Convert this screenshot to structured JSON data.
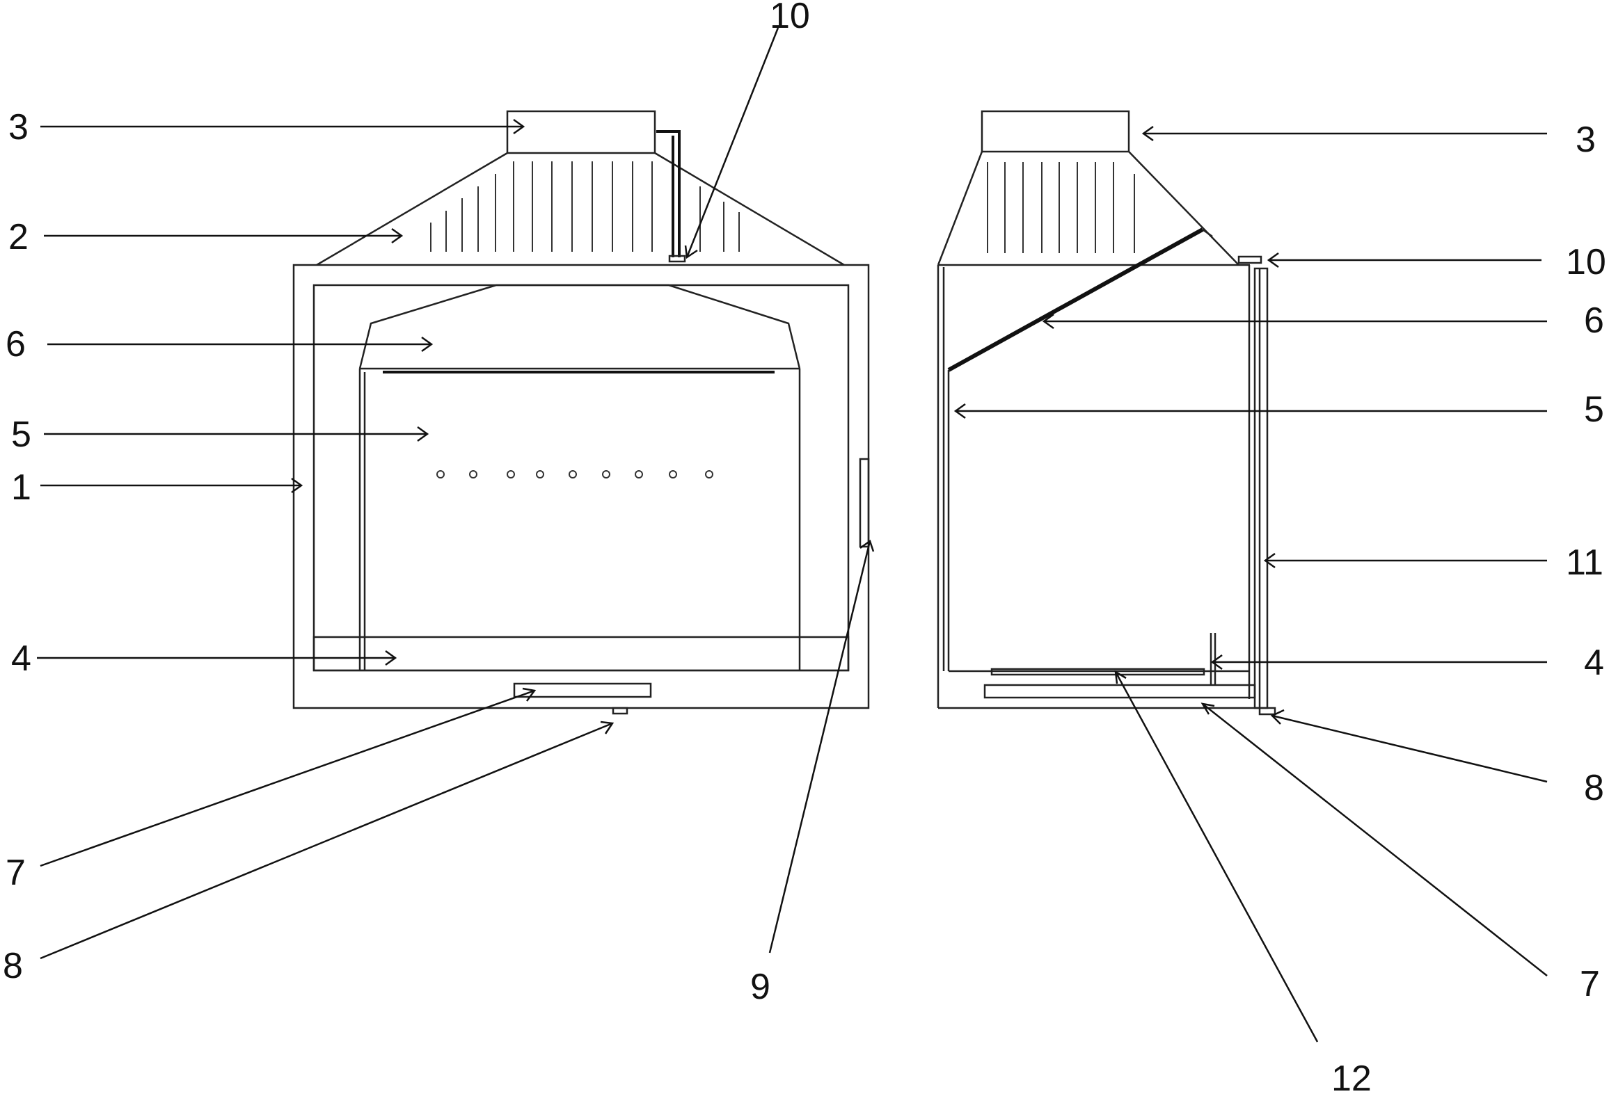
{
  "colors": {
    "line": "#222222",
    "background": "#ffffff"
  },
  "front_view": {
    "labels": [
      "3",
      "2",
      "6",
      "5",
      "1",
      "4",
      "7",
      "8",
      "9",
      "10"
    ]
  },
  "side_view": {
    "labels": [
      "3",
      "10",
      "6",
      "5",
      "11",
      "4",
      "8",
      "7",
      "12"
    ]
  }
}
